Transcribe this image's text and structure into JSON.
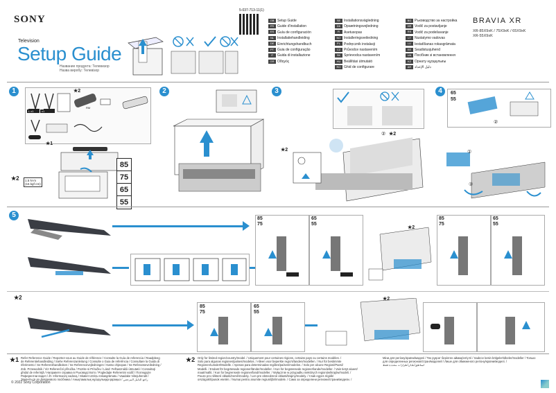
{
  "header": {
    "brand": "SONY",
    "category": "Television",
    "title": "Setup Guide",
    "subtitles": [
      "Название продукта: Телевизор",
      "Назва виробу: Телевізор"
    ],
    "doc_code": "5-037-713-11(1)",
    "model_brand": "BRAVIA XR",
    "models": [
      "XR-85X9xK / 75X9xK / 65X9xK",
      "XR-55X9xK"
    ]
  },
  "languages": {
    "col1": [
      {
        "code": "GB",
        "label": "Setup Guide"
      },
      {
        "code": "FR",
        "label": "Guide d'installation"
      },
      {
        "code": "ES",
        "label": "Guía de configuración"
      },
      {
        "code": "NL",
        "label": "Installatiehandleiding"
      },
      {
        "code": "DE",
        "label": "Einrichtungshandbuch"
      },
      {
        "code": "PT",
        "label": "Guia de configuração"
      },
      {
        "code": "IT",
        "label": "Guida di installazione"
      },
      {
        "code": "GR",
        "label": "Οδηγός"
      }
    ],
    "col2": [
      {
        "code": "SE",
        "label": "Installationsvägledning"
      },
      {
        "code": "DK",
        "label": "Opsætningsvejledning"
      },
      {
        "code": "FI",
        "label": "Asetusopas"
      },
      {
        "code": "NO",
        "label": "Installeringsveiledning"
      },
      {
        "code": "PL",
        "label": "Podręcznik instalacji"
      },
      {
        "code": "CZ",
        "label": "Průvodce nastavením"
      },
      {
        "code": "SK",
        "label": "Sprievodca nastavením"
      },
      {
        "code": "HU",
        "label": "Beállítási útmutató"
      },
      {
        "code": "RO",
        "label": "Ghid de configurare"
      }
    ],
    "col3": [
      {
        "code": "BG",
        "label": "Ръководство за настройка"
      },
      {
        "code": "HR",
        "label": "Vodič za postavljanje"
      },
      {
        "code": "RS",
        "label": "Vodič za podešavanje"
      },
      {
        "code": "LT",
        "label": "Nustatymo vadovas"
      },
      {
        "code": "LV",
        "label": "Iestatīšanas rokasgrāmata"
      },
      {
        "code": "EE",
        "label": "Seadistusjuhend"
      },
      {
        "code": "UA",
        "label": "Посібник зі встановлення"
      },
      {
        "code": "KZ",
        "label": "Орнату нұсқаулығы"
      },
      {
        "code": "AR",
        "label": "دليل الإعداد"
      }
    ]
  },
  "steps": [
    "1",
    "2",
    "3",
    "4",
    "5"
  ],
  "step1": {
    "callout_labels": [
      "L x1",
      "x1",
      "x1",
      "x1",
      "x1",
      "x2"
    ],
    "remote_label": "RM",
    "torque": [
      "1.5 N·m",
      "(15 kgf·cm)"
    ],
    "sizes": [
      "85",
      "75",
      "65",
      "55"
    ],
    "star_marks": [
      "★2",
      "★1",
      "★2"
    ]
  },
  "step3_marks": [
    "★2",
    "②",
    "★2"
  ],
  "step4": {
    "sizes": [
      "65",
      "55"
    ],
    "markers": [
      "①",
      "②",
      "③"
    ]
  },
  "step5": {
    "size_groups": [
      [
        "85",
        "75"
      ],
      [
        "65",
        "55"
      ],
      [
        "85",
        "75"
      ],
      [
        "65",
        "55"
      ]
    ],
    "star_mark": "★2"
  },
  "step6": {
    "star_left": "★2",
    "size_groups": [
      [
        "85",
        "75"
      ],
      [
        "65",
        "55"
      ]
    ],
    "star_right": "★2"
  },
  "footer": {
    "note1_mark": "★1",
    "note1": [
      "Refer Reference Guide / Reportez-vous au Guide de référence / Consulte la Guía de referencia / Raadpleeg",
      "de Referentiehandleiding / Siehe Referenzanleitung / Consulte o Guia de referência / Consultare la Guida di",
      "riferimento / Se Referenshandboken / Se Referencevejledningen / Katso ohjeopas / Se Referanseveiledning /",
      "Zob. Przewodnik / Viz Referenční příručka / Pozrite si Príručku / Lásd: Felhasználói útmutató / Consultaţi",
      "ghidul de referinţă / Направете справка в Ръководството / Pogledajte Referentni vodič / Погледајте",
      "Референтни водич / Žr. Informacinį vadovą / Skatiet Uzziņu rokasgrāmatu / Vaadake Viitejuhendit /",
      "Зверніться до Довідкового посібника / Анықтамалық нұсқаулыққа қараңыз / راجع الدليل المرجعي"
    ],
    "note2_mark": "★2",
    "note2": [
      "Only for limited region/country/model. / Uniquement pour certaines régions, certains pays ou certains modèles. /",
      "Solo para algunas regiones/países/modelos. / Alleen voor beperkte regio's/landen/modellen. / Nur für bestimmte",
      "Regionen/Länder/Modelle. / Apenas para determinadas regiões/países/modelos. / Solo per alcune Regioni/Paesi/",
      "Modelli. / Endast för begränsade regioner/länder/modeller. / Kun for begrænsede regioner/lande/modeller. / Vain tietyt alueet/",
      "maat/mallit. / Kun for begrensede regioner/land/modeller. / Wyłącznie w przypadku niektórych regionów/krajów/modeli. /",
      "Pouze pro některé oblasti/země/modely. / Len pre obmedzené oblasti/krajiny/modely. / Csak egyes régiók/",
      "országok/típusok esetén. / Numai pentru anumite regiuni/ţări/modele. / Само за определени региони/страни/модели. /"
    ],
    "note3": [
      "Міни для регіону/країни/моделі / Тек рұқсат берілген аймақ/ел/үлгі / Sadece kesin bölgeler/ülkeler/modeller / Только",
      "для определенных регионов/стран/моделей / Лише для обмеженого регіону/країни/моделі. /",
      "لمناطق/بلدان/طرازات محددة فقط"
    ],
    "copyright": "© 2022 Sony Corporation"
  },
  "colors": {
    "accent": "#2a8fcf",
    "dark": "#222222"
  }
}
